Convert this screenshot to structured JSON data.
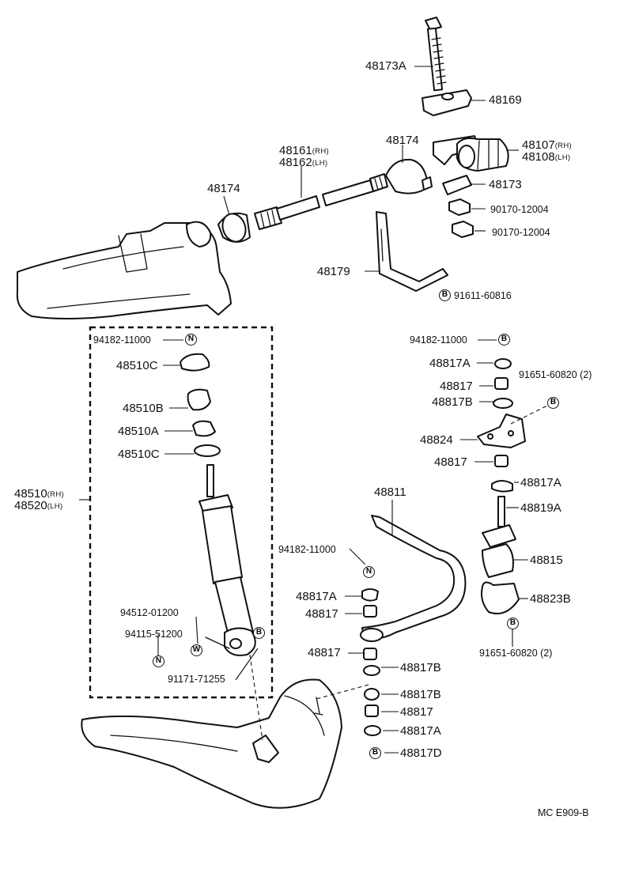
{
  "diagram": {
    "footer_code": "MC  E909-B",
    "symbols": {
      "nut": "N",
      "bolt": "B",
      "washer": "W"
    },
    "labels": {
      "p48173A": "48173A",
      "p48169": "48169",
      "p48161": "48161",
      "p48162": "48162",
      "rh": "(RH)",
      "lh": "(LH)",
      "p48174_right": "48174",
      "p48174_left": "48174",
      "p48107": "48107",
      "p48108": "48108",
      "p48173": "48173",
      "p90170_a": "90170-12004",
      "p90170_b": "90170-12004",
      "p48179": "48179",
      "p91611": "91611-60816",
      "p94182_left": "94182-11000",
      "p48510C_top": "48510C",
      "p48510B": "48510B",
      "p48510A": "48510A",
      "p48510C_bottom": "48510C",
      "p48510": "48510",
      "p48520": "48520",
      "p94512": "94512-01200",
      "p94115": "94115-51200",
      "p91171": "91171-71255",
      "p94182_right": "94182-11000",
      "p48817A_r1": "48817A",
      "p48817_r1": "48817",
      "p48817B_r1": "48817B",
      "p91651_top": "91651-60820 (2)",
      "p48824": "48824",
      "p48817_r2": "48817",
      "p48817A_r2": "48817A",
      "p48819A": "48819A",
      "p48815": "48815",
      "p48823B": "48823B",
      "p91651_bottom": "91651-60820 (2)",
      "p48811": "48811",
      "p94182_mid": "94182-11000",
      "p48817A_m1": "48817A",
      "p48817_m1": "48817",
      "p48817_m2": "48817",
      "p48817B_m1": "48817B",
      "p48817B_m2": "48817B",
      "p48817_m3": "48817",
      "p48817A_m2": "48817A",
      "p48817D": "48817D"
    }
  }
}
